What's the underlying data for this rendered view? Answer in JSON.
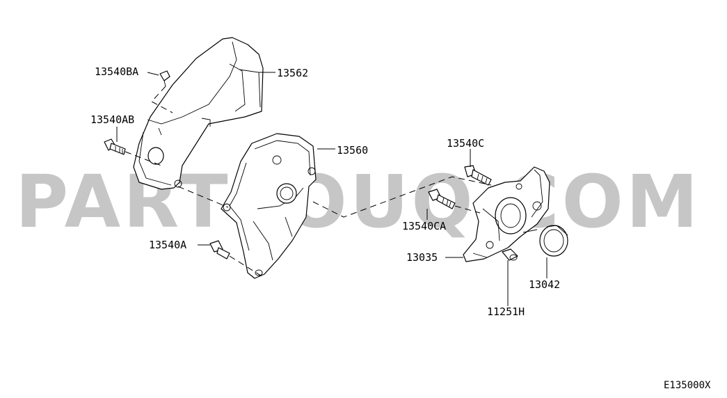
{
  "watermark": "PARTSOUQ.COM",
  "diagram_code": "E135000X",
  "labels": {
    "p13540BA": "13540BA",
    "p13562": "13562",
    "p13540AB": "13540AB",
    "p13560": "13560",
    "p13540C": "13540C",
    "p13540CA": "13540CA",
    "p13540A": "13540A",
    "p13035": "13035",
    "p13042": "13042",
    "p11251H": "11251H"
  }
}
